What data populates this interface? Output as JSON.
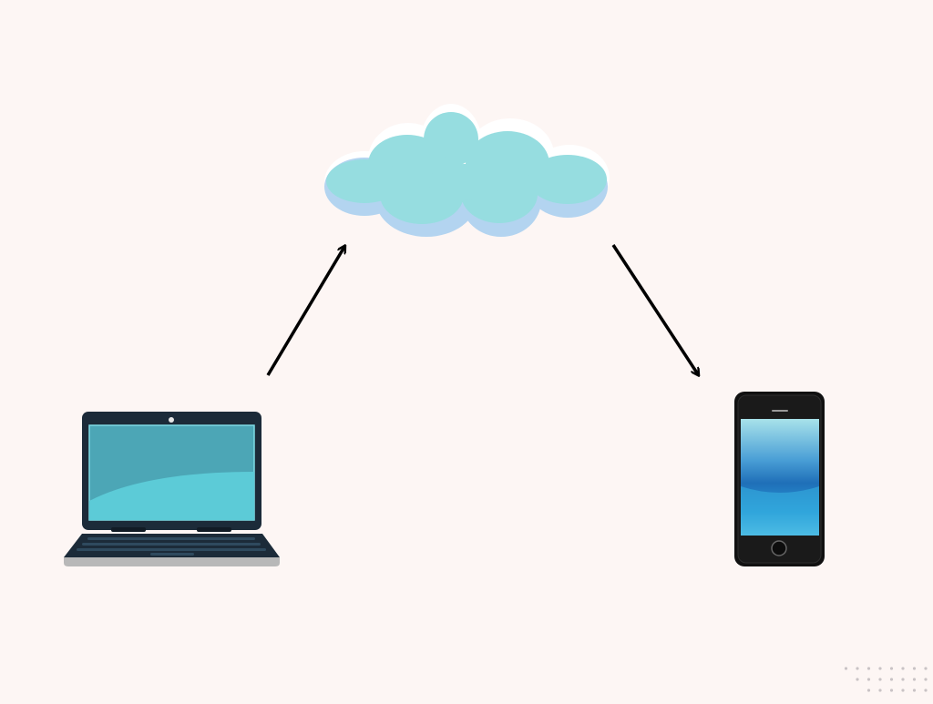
{
  "colors": {
    "background": "#fdf6f4",
    "cloud_fill": "#96dde0",
    "cloud_shadow": "#b3d4f0",
    "arrow": "#000000",
    "laptop_body": "#1c2b39",
    "laptop_screen": "#5ccbd7",
    "phone_body": "#111111",
    "phone_screen": "#2a86c8",
    "dots": "#c9c3c5"
  },
  "nodes": [
    {
      "id": "cloud",
      "icon": "cloud-icon"
    },
    {
      "id": "laptop",
      "icon": "laptop-icon"
    },
    {
      "id": "phone",
      "icon": "smartphone-icon"
    }
  ],
  "edges": [
    {
      "from": "laptop",
      "to": "cloud",
      "label": ""
    },
    {
      "from": "cloud",
      "to": "phone",
      "label": ""
    }
  ],
  "decoration": {
    "icon": "dot-grid-pattern"
  }
}
